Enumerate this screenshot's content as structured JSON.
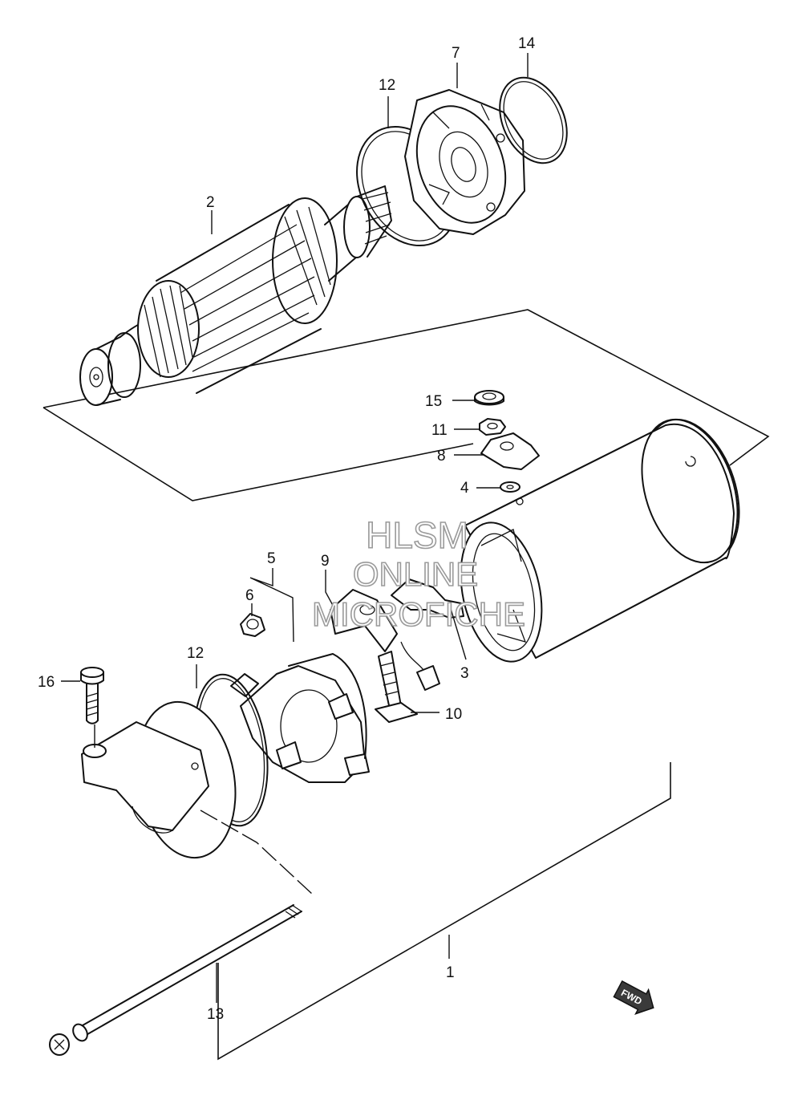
{
  "diagram": {
    "watermark": [
      "HLSM",
      "ONLINE",
      "MICROFICHE"
    ],
    "direction_badge": "FWD",
    "callouts": [
      {
        "id": "c1",
        "label": "1"
      },
      {
        "id": "c2",
        "label": "2"
      },
      {
        "id": "c3",
        "label": "3"
      },
      {
        "id": "c4",
        "label": "4"
      },
      {
        "id": "c5",
        "label": "5"
      },
      {
        "id": "c6",
        "label": "6"
      },
      {
        "id": "c7",
        "label": "7"
      },
      {
        "id": "c8",
        "label": "8"
      },
      {
        "id": "c9",
        "label": "9"
      },
      {
        "id": "c10",
        "label": "10"
      },
      {
        "id": "c11",
        "label": "11"
      },
      {
        "id": "c12a",
        "label": "12"
      },
      {
        "id": "c12b",
        "label": "12"
      },
      {
        "id": "c13",
        "label": "13"
      },
      {
        "id": "c14",
        "label": "14"
      },
      {
        "id": "c15",
        "label": "15"
      },
      {
        "id": "c16",
        "label": "16"
      }
    ]
  }
}
